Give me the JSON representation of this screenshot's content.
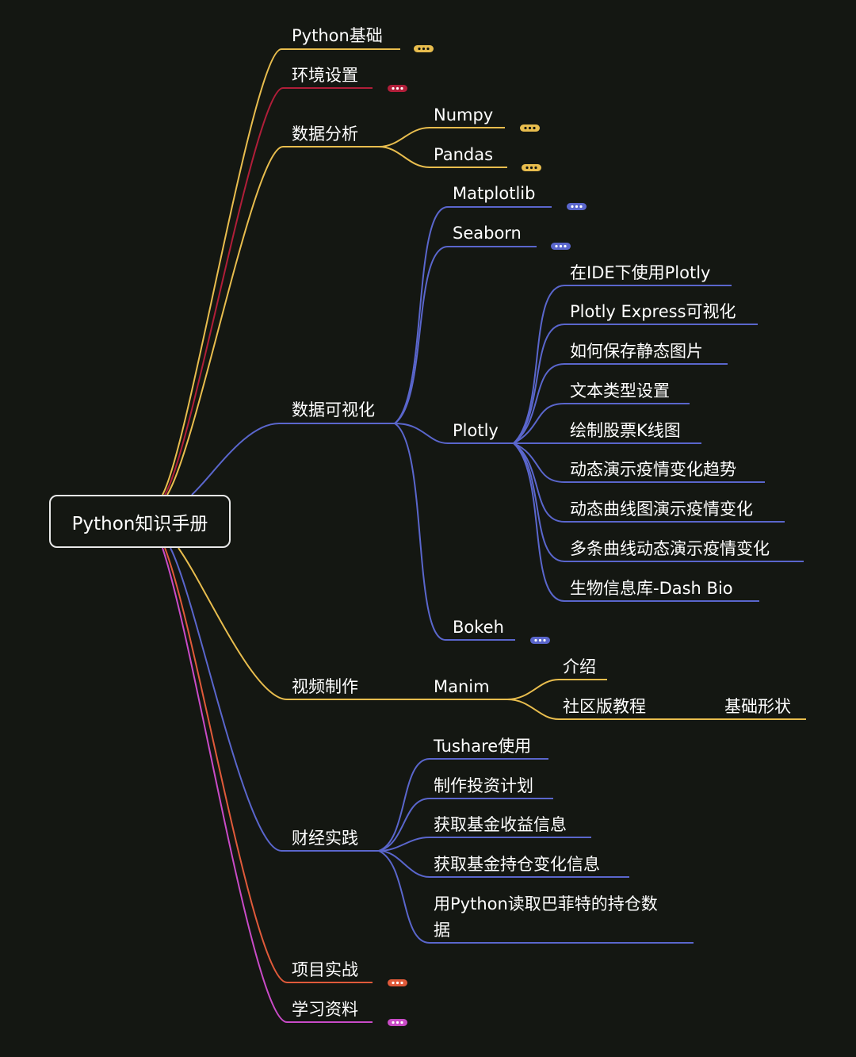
{
  "root": {
    "label": "Python知识手册"
  },
  "colors": {
    "background": "#141712",
    "yellow": "#e8bd4e",
    "crimson": "#b01e39",
    "blue": "#5a66cc",
    "orange": "#e05a3a",
    "magenta": "#c94bc7"
  },
  "branches": [
    {
      "id": "python-basics",
      "label": "Python基础",
      "color": "#e8bd4e",
      "collapsed": true
    },
    {
      "id": "env-setup",
      "label": "环境设置",
      "color": "#b01e39",
      "collapsed": true
    },
    {
      "id": "data-analysis",
      "label": "数据分析",
      "color": "#e8bd4e",
      "children": [
        {
          "id": "numpy",
          "label": "Numpy",
          "collapsed": true
        },
        {
          "id": "pandas",
          "label": "Pandas",
          "collapsed": true
        }
      ]
    },
    {
      "id": "data-viz",
      "label": "数据可视化",
      "color": "#5a66cc",
      "children": [
        {
          "id": "matplotlib",
          "label": "Matplotlib",
          "collapsed": true
        },
        {
          "id": "seaborn",
          "label": "Seaborn",
          "collapsed": true
        },
        {
          "id": "plotly",
          "label": "Plotly",
          "children": [
            {
              "id": "plotly-1",
              "label": "在IDE下使用Plotly"
            },
            {
              "id": "plotly-2",
              "label": "Plotly Express可视化"
            },
            {
              "id": "plotly-3",
              "label": "如何保存静态图片"
            },
            {
              "id": "plotly-4",
              "label": "文本类型设置"
            },
            {
              "id": "plotly-5",
              "label": "绘制股票K线图"
            },
            {
              "id": "plotly-6",
              "label": "动态演示疫情变化趋势"
            },
            {
              "id": "plotly-7",
              "label": "动态曲线图演示疫情变化"
            },
            {
              "id": "plotly-8",
              "label": "多条曲线动态演示疫情变化"
            },
            {
              "id": "plotly-9",
              "label": "生物信息库-Dash Bio"
            }
          ]
        },
        {
          "id": "bokeh",
          "label": "Bokeh",
          "collapsed": true
        }
      ]
    },
    {
      "id": "video",
      "label": "视频制作",
      "color": "#e8bd4e",
      "children": [
        {
          "id": "manim",
          "label": "Manim",
          "children": [
            {
              "id": "manim-intro",
              "label": "介绍"
            },
            {
              "id": "manim-community",
              "label": "社区版教程",
              "children": [
                {
                  "id": "manim-shapes",
                  "label": "基础形状"
                }
              ]
            }
          ]
        }
      ]
    },
    {
      "id": "finance",
      "label": "财经实践",
      "color": "#5a66cc",
      "children": [
        {
          "id": "fin-1",
          "label": "Tushare使用"
        },
        {
          "id": "fin-2",
          "label": "制作投资计划"
        },
        {
          "id": "fin-3",
          "label": "获取基金收益信息"
        },
        {
          "id": "fin-4",
          "label": "获取基金持仓变化信息"
        },
        {
          "id": "fin-5",
          "label": "用Python读取巴菲特的持仓数",
          "label_line2": "据"
        }
      ]
    },
    {
      "id": "projects",
      "label": "项目实战",
      "color": "#e05a3a",
      "collapsed": true
    },
    {
      "id": "resources",
      "label": "学习资料",
      "color": "#c94bc7",
      "collapsed": true
    }
  ]
}
